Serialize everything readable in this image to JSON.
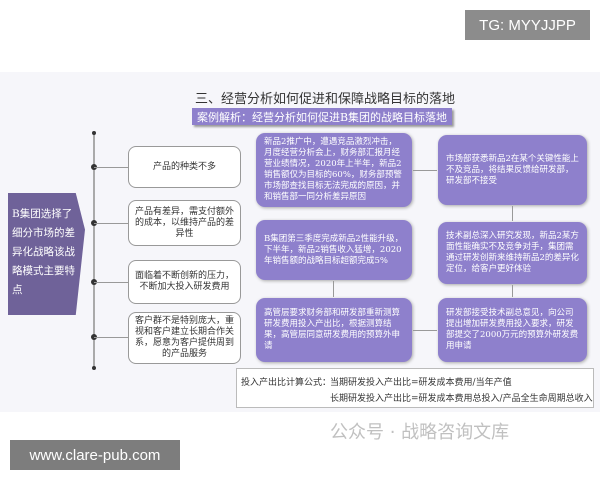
{
  "badge_top": "TG: MYYJJPP",
  "badge_bottom": "www.clare-pub.com",
  "title": "三、经营分析如何促进和保障战略目标的落地",
  "banner": "案例解析：经营分析如何促进B集团的战略目标落地",
  "left_label": "B集团选择了细分市场的差异化战略该战略模式主要特点",
  "features": [
    "产品的种类不多",
    "产品有差异，需支付额外的成本，以维持产品的差异性",
    "面临着不断创新的压力，不断加大投入研发费用",
    "客户群不是特别庞大，重视和客户建立长期合作关系，愿意为客户提供周到的产品服务"
  ],
  "flow": {
    "step1": "新品2推广中，遭遇竞品激烈冲击，月度经营分析会上，财务部汇报月经营业绩情况，2020年上半年，新品2销售额仅为目标的60%，财务部预警市场部查找目标无法完成的原因，并和销售部一同分析差异原因",
    "step2": "市场部获悉新品2在某个关键性能上不及竞品，将结果反馈给研发部，研发部不接受",
    "step3": "技术副总深入研究发现，新品2某方面性能确实不及竞争对手，集团需通过研发创新来维持新品2的差异化定位，给客户更好体验",
    "step4": "研发部接受技术副总意见，向公司提出增加研发费用投入要求，研发部提交了2000万元的预算外研发费用申请",
    "step5": "高管层要求财务部和研发部重新测算研发费用投入产出比，根据测算结果，高管层同意研发费用的预算外申请",
    "step6": "B集团第三季度完成新品2性能升级，下半年，新品2销售收入猛增，2020年销售额的战略目标超额完成5%"
  },
  "formula": {
    "label": "投入产出比计算公式：",
    "line1": "当期研发投入产出比=研发成本费用/当年产值",
    "line2": "长期研发投入产出比=研发成本费用总投入/产品全生命周期总收入"
  },
  "watermark": "公众号 · 战略咨询文库",
  "colors": {
    "purple": "#8e80cc",
    "dark_purple": "#6f6299"
  }
}
